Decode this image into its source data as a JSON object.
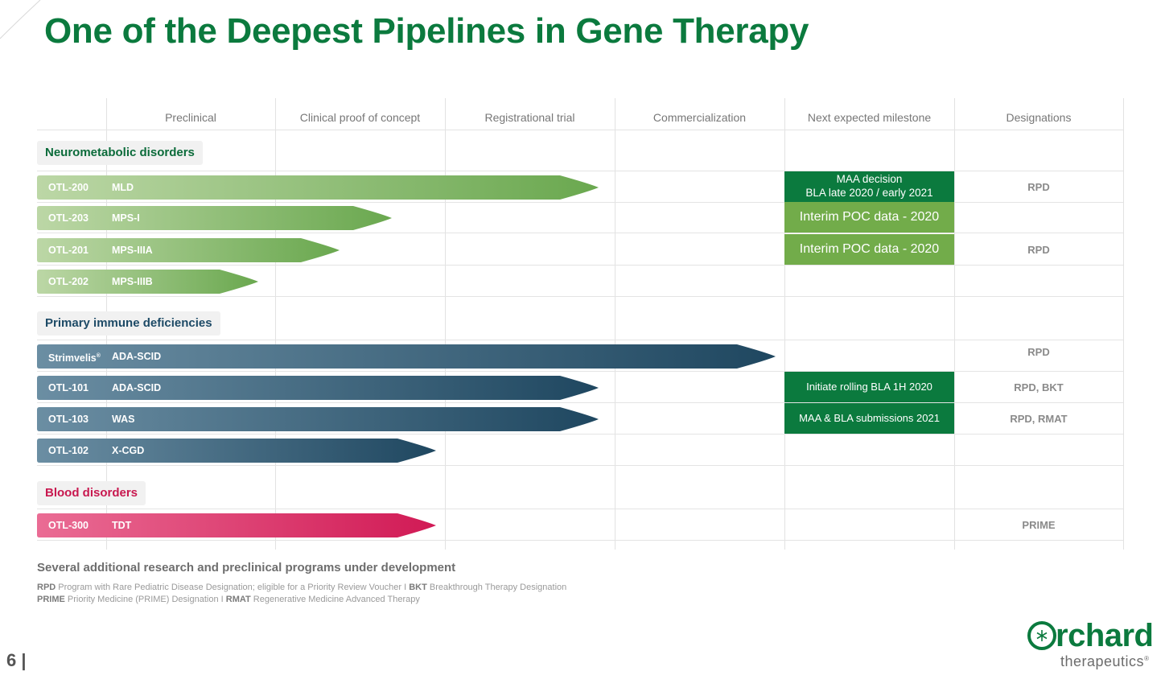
{
  "title": "One of the Deepest Pipelines in Gene Therapy",
  "columns": [
    "Preclinical",
    "Clinical proof of concept",
    "Registrational trial",
    "Commercialization",
    "Next expected milestone",
    "Designations"
  ],
  "groups": [
    {
      "label": "Neurometabolic disorders",
      "color": "#0b6b3a",
      "programs": [
        {
          "code": "OTL-200",
          "indication": "MLD",
          "progress": 0.76,
          "milestone": [
            "MAA decision",
            "BLA late 2020 / early 2021"
          ],
          "milestone_style": "dark",
          "designation": "RPD"
        },
        {
          "code": "OTL-203",
          "indication": "MPS-I",
          "progress": 0.48,
          "milestone": [
            "Interim POC data - 2020"
          ],
          "milestone_style": "light",
          "designation": ""
        },
        {
          "code": "OTL-201",
          "indication": "MPS-IIIA",
          "progress": 0.41,
          "milestone": [
            "Interim POC data - 2020"
          ],
          "milestone_style": "light",
          "designation": "RPD"
        },
        {
          "code": "OTL-202",
          "indication": "MPS-IIIB",
          "progress": 0.3,
          "milestone": [],
          "milestone_style": "",
          "designation": ""
        }
      ]
    },
    {
      "label": "Primary immune deficiencies",
      "color": "#1d4a66",
      "programs": [
        {
          "code": "Strimvelis",
          "code_mark": "®",
          "indication": "ADA-SCID",
          "progress": 1.0,
          "milestone": [],
          "milestone_style": "",
          "designation": "RPD"
        },
        {
          "code": "OTL-101",
          "indication": "ADA-SCID",
          "progress": 0.76,
          "milestone": [
            "Initiate rolling BLA 1H 2020"
          ],
          "milestone_style": "dark",
          "designation": "RPD, BKT"
        },
        {
          "code": "OTL-103",
          "indication": "WAS",
          "progress": 0.76,
          "milestone": [
            "MAA & BLA submissions 2021"
          ],
          "milestone_style": "dark",
          "designation": "RPD, RMAT"
        },
        {
          "code": "OTL-102",
          "indication": "X-CGD",
          "progress": 0.54,
          "milestone": [],
          "milestone_style": "",
          "designation": ""
        }
      ]
    },
    {
      "label": "Blood disorders",
      "color": "#c8184f",
      "programs": [
        {
          "code": "OTL-300",
          "indication": "TDT",
          "progress": 0.54,
          "milestone": [],
          "milestone_style": "",
          "designation": "PRIME"
        }
      ]
    }
  ],
  "colors": {
    "title": "#0b7a3e",
    "green_light": "#bcd7a6",
    "green_dark": "#6aa84f",
    "blue_light": "#6b8ea3",
    "blue_dark": "#1f4760",
    "pink_light": "#ea6c94",
    "pink_dark": "#d11a55",
    "milestone_dark": "#0b7a3e",
    "milestone_light": "#72ac4a"
  },
  "footnote_main": "Several additional research and preclinical programs under development",
  "footnote_line1": [
    {
      "abbr": "RPD",
      "text": " Program with Rare Pediatric Disease Designation; eligible for a Priority Review Voucher  I  "
    },
    {
      "abbr": "BKT",
      "text": " Breakthrough Therapy Designation"
    }
  ],
  "footnote_line2": [
    {
      "abbr": "PRIME",
      "text": " Priority Medicine (PRIME) Designation  I  "
    },
    {
      "abbr": "RMAT",
      "text": " Regenerative Medicine Advanced Therapy"
    }
  ],
  "page_number": "6",
  "logo": {
    "word": "rchard",
    "sub": "therapeutics",
    "mark": "®"
  }
}
